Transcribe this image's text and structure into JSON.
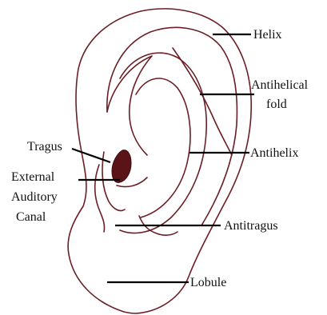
{
  "labels": {
    "helix": "Helix",
    "antihelical_fold_line1": "Antihelical",
    "antihelical_fold_line2": "fold",
    "antihelix": "Antihelix",
    "tragus": "Tragus",
    "external_auditory_canal_line1": "External",
    "external_auditory_canal_line2": "Auditory",
    "external_auditory_canal_line3": "Canal",
    "antitragus": "Antitragus",
    "lobule": "Lobule"
  },
  "colors": {
    "ear_outline": "#6b1f24",
    "canal_fill": "#5a1418",
    "leader_line": "#000000",
    "text": "#111111",
    "background": "#ffffff"
  }
}
